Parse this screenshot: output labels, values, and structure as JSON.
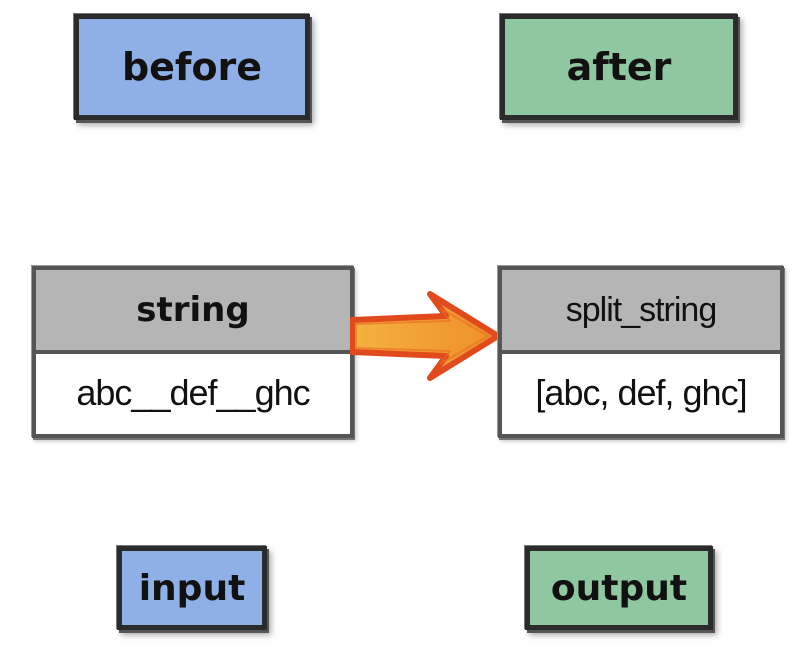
{
  "before_label": "before",
  "after_label": "after",
  "input_table": {
    "header": "string",
    "value": "abc__def__ghc"
  },
  "output_table": {
    "header": "split_string",
    "value": "[abc, def, ghc]"
  },
  "input_label": "input",
  "output_label": "output",
  "colors": {
    "blue_box": "#8fb0e6",
    "green_box": "#8fc7a0",
    "header_gray": "#b5b5b5",
    "arrow_orange": "#f0a033",
    "arrow_red": "#e04a1c"
  }
}
